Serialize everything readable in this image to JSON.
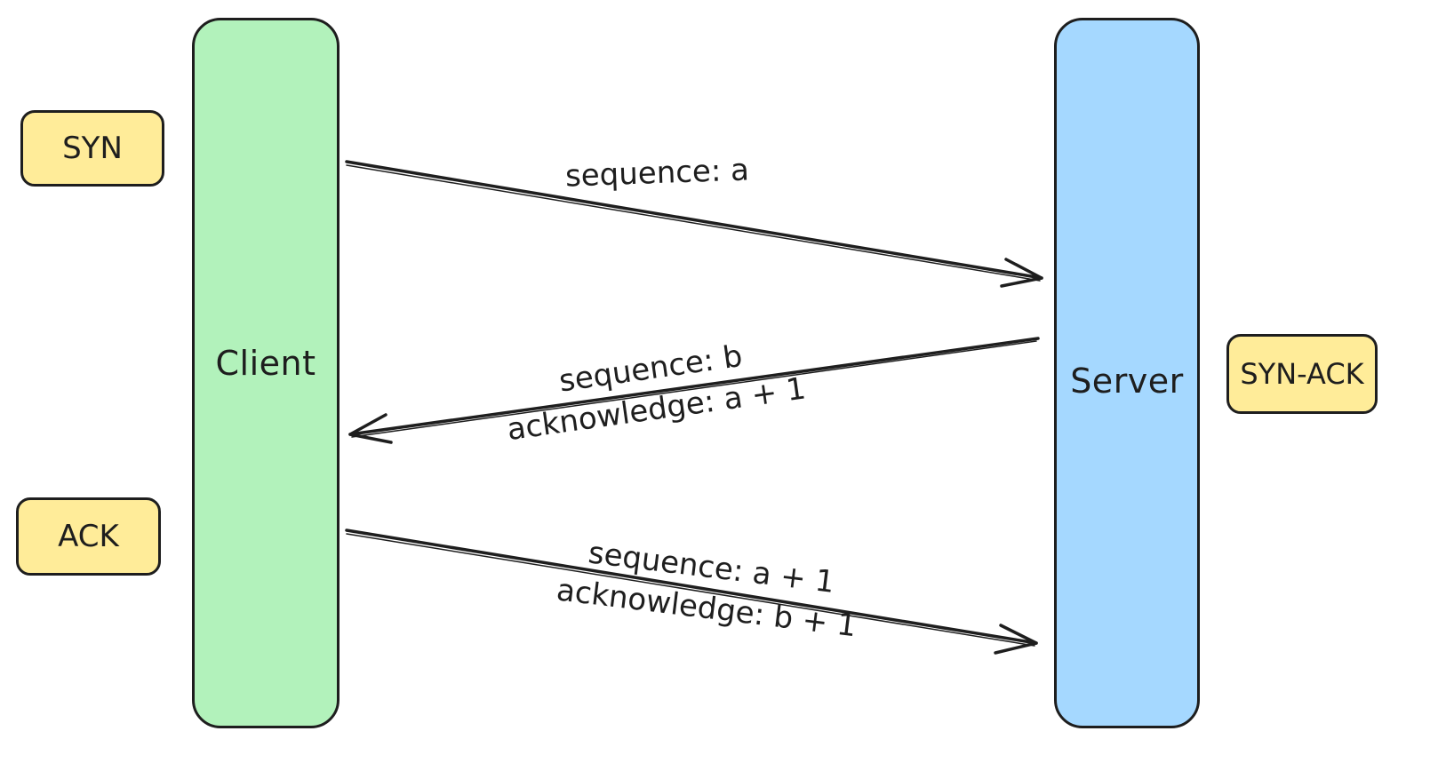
{
  "diagram": {
    "client": {
      "label": "Client",
      "color": "#b2f2bb"
    },
    "server": {
      "label": "Server",
      "color": "#a5d8ff"
    },
    "tags": {
      "syn": "SYN",
      "syn_ack": "SYN-ACK",
      "ack": "ACK",
      "color": "#ffec99"
    },
    "messages": [
      {
        "lines": [
          "sequence: a"
        ],
        "direction": "client-to-server"
      },
      {
        "lines": [
          "sequence: b",
          "acknowledge: a + 1"
        ],
        "direction": "server-to-client"
      },
      {
        "lines": [
          "sequence: a + 1",
          "acknowledge: b + 1"
        ],
        "direction": "client-to-server"
      }
    ]
  }
}
